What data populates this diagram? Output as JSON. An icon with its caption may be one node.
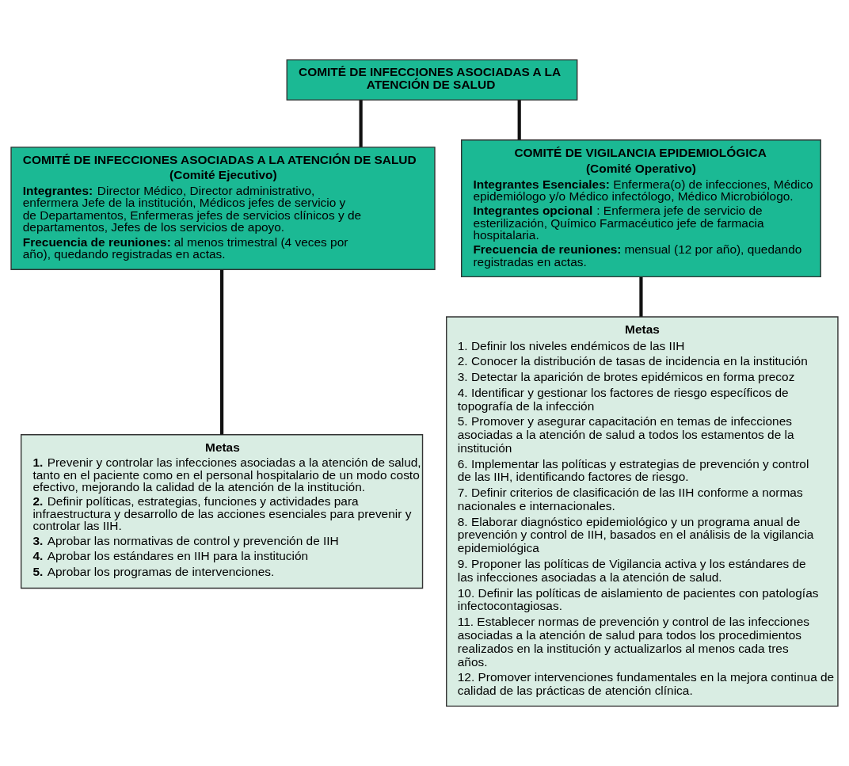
{
  "diagram": {
    "nodes": [
      {
        "text": [
          "COMITÉ DE INFECCIONES ASOCIADAS A LA ATENCIÓN DE SALUD"
        ]
      },
      {
        "text": [
          "COMITÉ DE INFECCIONES ASOCIADAS A LA ATENCIÓN DE SALUD",
          "(Comité Ejecutivo)",
          "**Integrantes:** Director Médico, Director administrativo, enfermera Jefe de la institución, Médicos jefes de servicio y de Departamentos, Enfermeras jefes de servicios clínicos y de departamentos, Jefes de los servicios de apoyo.",
          "**Frecuencia de reuniones:** al menos trimestral (4 veces por año), quedando registradas en actas."
        ]
      },
      {
        "text": [
          "COMITÉ DE VIGILANCIA EPIDEMIOLÓGICA",
          "(Comité Operativo)",
          "**Integrantes Esenciales:** Enfermera(o) de infecciones, Médico epidemiólogo y/o Médico infectólogo, Médico Microbiólogo.",
          "**Integrantes opcional**: Enfermera jefe de servicio de esterilización, Químico Farmacéutico jefe de farmacia hospitalaria.",
          "**Frecuencia de reuniones:** mensual (12 por año), quedando registradas en actas."
        ]
      },
      {
        "text": [
          "Metas",
          "**1.** Prevenir y controlar las infecciones asociadas a la atención de salud, tanto en el paciente como en el personal hospitalario de un modo costo efectivo, mejorando la calidad de la atención de la institución.",
          "**2.** Definir políticas, estrategias, funciones y actividades para infraestructura y desarrollo de las acciones esenciales para prevenir y controlar las IIH.",
          "**3.** Aprobar las normativas de control y prevención de IIH",
          "**4.** Aprobar los estándares en IIH para la institución",
          "**5.** Aprobar los programas de intervenciones."
        ]
      },
      {
        "text": [
          "Metas",
          "1. Definir los niveles endémicos de las IIH",
          "2. Conocer la distribución de tasas de incidencia en la institución",
          "3. Detectar la aparición de brotes epidémicos en forma precoz",
          "4. Identificar y gestionar los factores de riesgo específicos de topografía de la infección",
          "5. Promover y asegurar capacitación en temas de infecciones asociadas a la atención de salud a todos los estamentos de la institución",
          "6. Implementar las políticas y estrategias de prevención y control de las IIH, identificando factores de riesgo.",
          "7. Definir criterios de clasificación de las IIH conforme a normas nacionales e internacionales.",
          "8. Elaborar diagnóstico epidemiológico y un programa anual de prevención y control de IIH, basados en el análisis de la vigilancia epidemiológica",
          "9. Proponer las políticas de Vigilancia activa y los estándares de las infecciones asociadas a la atención de salud.",
          "10. Definir las políticas de aislamiento de pacientes con patologías infectocontagiosas.",
          "11. Establecer normas de prevención y control de las infecciones asociadas a la atención de salud para todos los procedimientos realizados en la institución y actualizarlos al menos cada tres años.",
          "12. Promover intervenciones fundamentales en la mejora continua de calidad de las prácticas de atención clínica."
        ]
      }
    ],
    "edges": [
      {
        "from": 0,
        "to": 1,
        "arrow": "none"
      },
      {
        "from": 0,
        "to": 2,
        "arrow": "none"
      },
      {
        "from": 1,
        "to": 3,
        "arrow": "none"
      },
      {
        "from": 2,
        "to": 4,
        "arrow": "none"
      }
    ]
  }
}
